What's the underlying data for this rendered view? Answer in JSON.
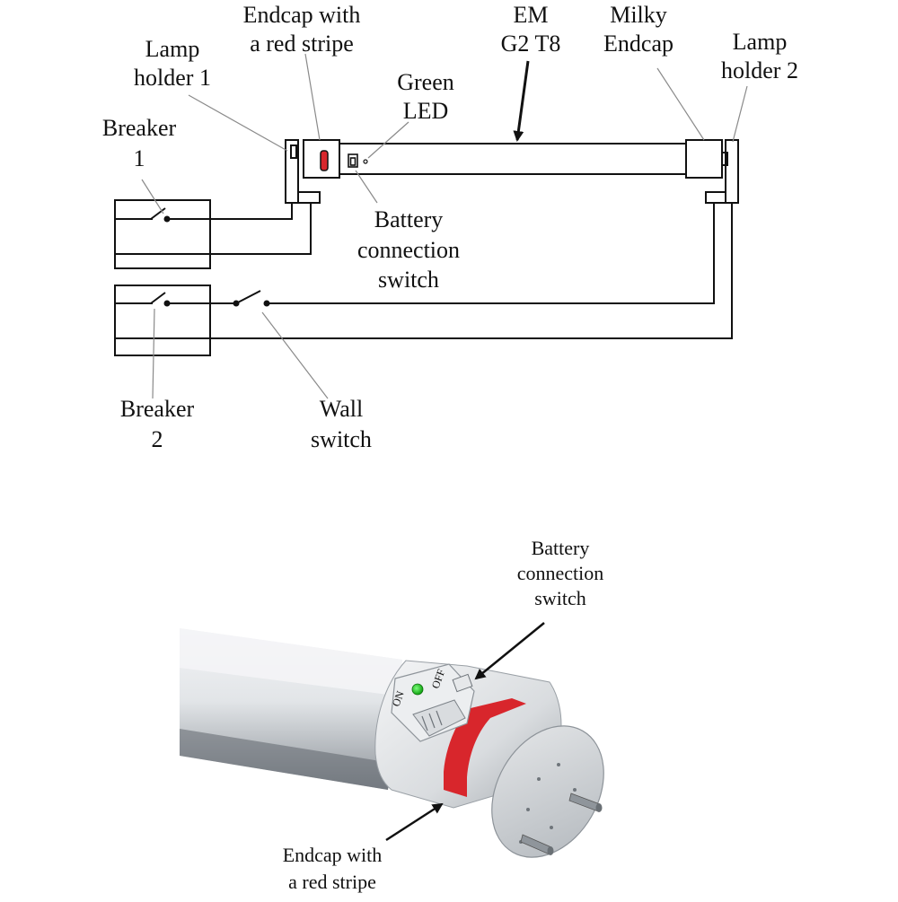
{
  "colors": {
    "line": "#111111",
    "leader": "#8a8a8a",
    "red_stripe": "#d8262c",
    "green_led": "#19c219",
    "tube_body": "#dcdfe2",
    "tube_light": "#eef0f2",
    "endcap": "#e6e8ea"
  },
  "wiring_diagram": {
    "labels": {
      "endcap_red_line1": "Endcap with",
      "endcap_red_line2": "a red stripe",
      "em_line1": "EM",
      "em_line2": "G2 T8",
      "milky_line1": "Milky",
      "milky_line2": "Endcap",
      "lamp_holder_1_line1": "Lamp",
      "lamp_holder_1_line2": "holder 1",
      "lamp_holder_2_line1": "Lamp",
      "lamp_holder_2_line2": "holder 2",
      "green_led_line1": "Green",
      "green_led_line2": "LED",
      "breaker_1_line1": "Breaker",
      "breaker_1_line2": "1",
      "battery_switch_line1": "Battery",
      "battery_switch_line2": "connection",
      "battery_switch_line3": "switch",
      "breaker_2_line1": "Breaker",
      "breaker_2_line2": "2",
      "wall_switch_line1": "Wall",
      "wall_switch_line2": "switch"
    }
  },
  "product_photo": {
    "labels": {
      "battery_switch_line1": "Battery",
      "battery_switch_line2": "connection",
      "battery_switch_line3": "switch",
      "endcap_red_line1": "Endcap with",
      "endcap_red_line2": "a red stripe",
      "switch_on": "ON",
      "switch_off": "OFF"
    }
  }
}
